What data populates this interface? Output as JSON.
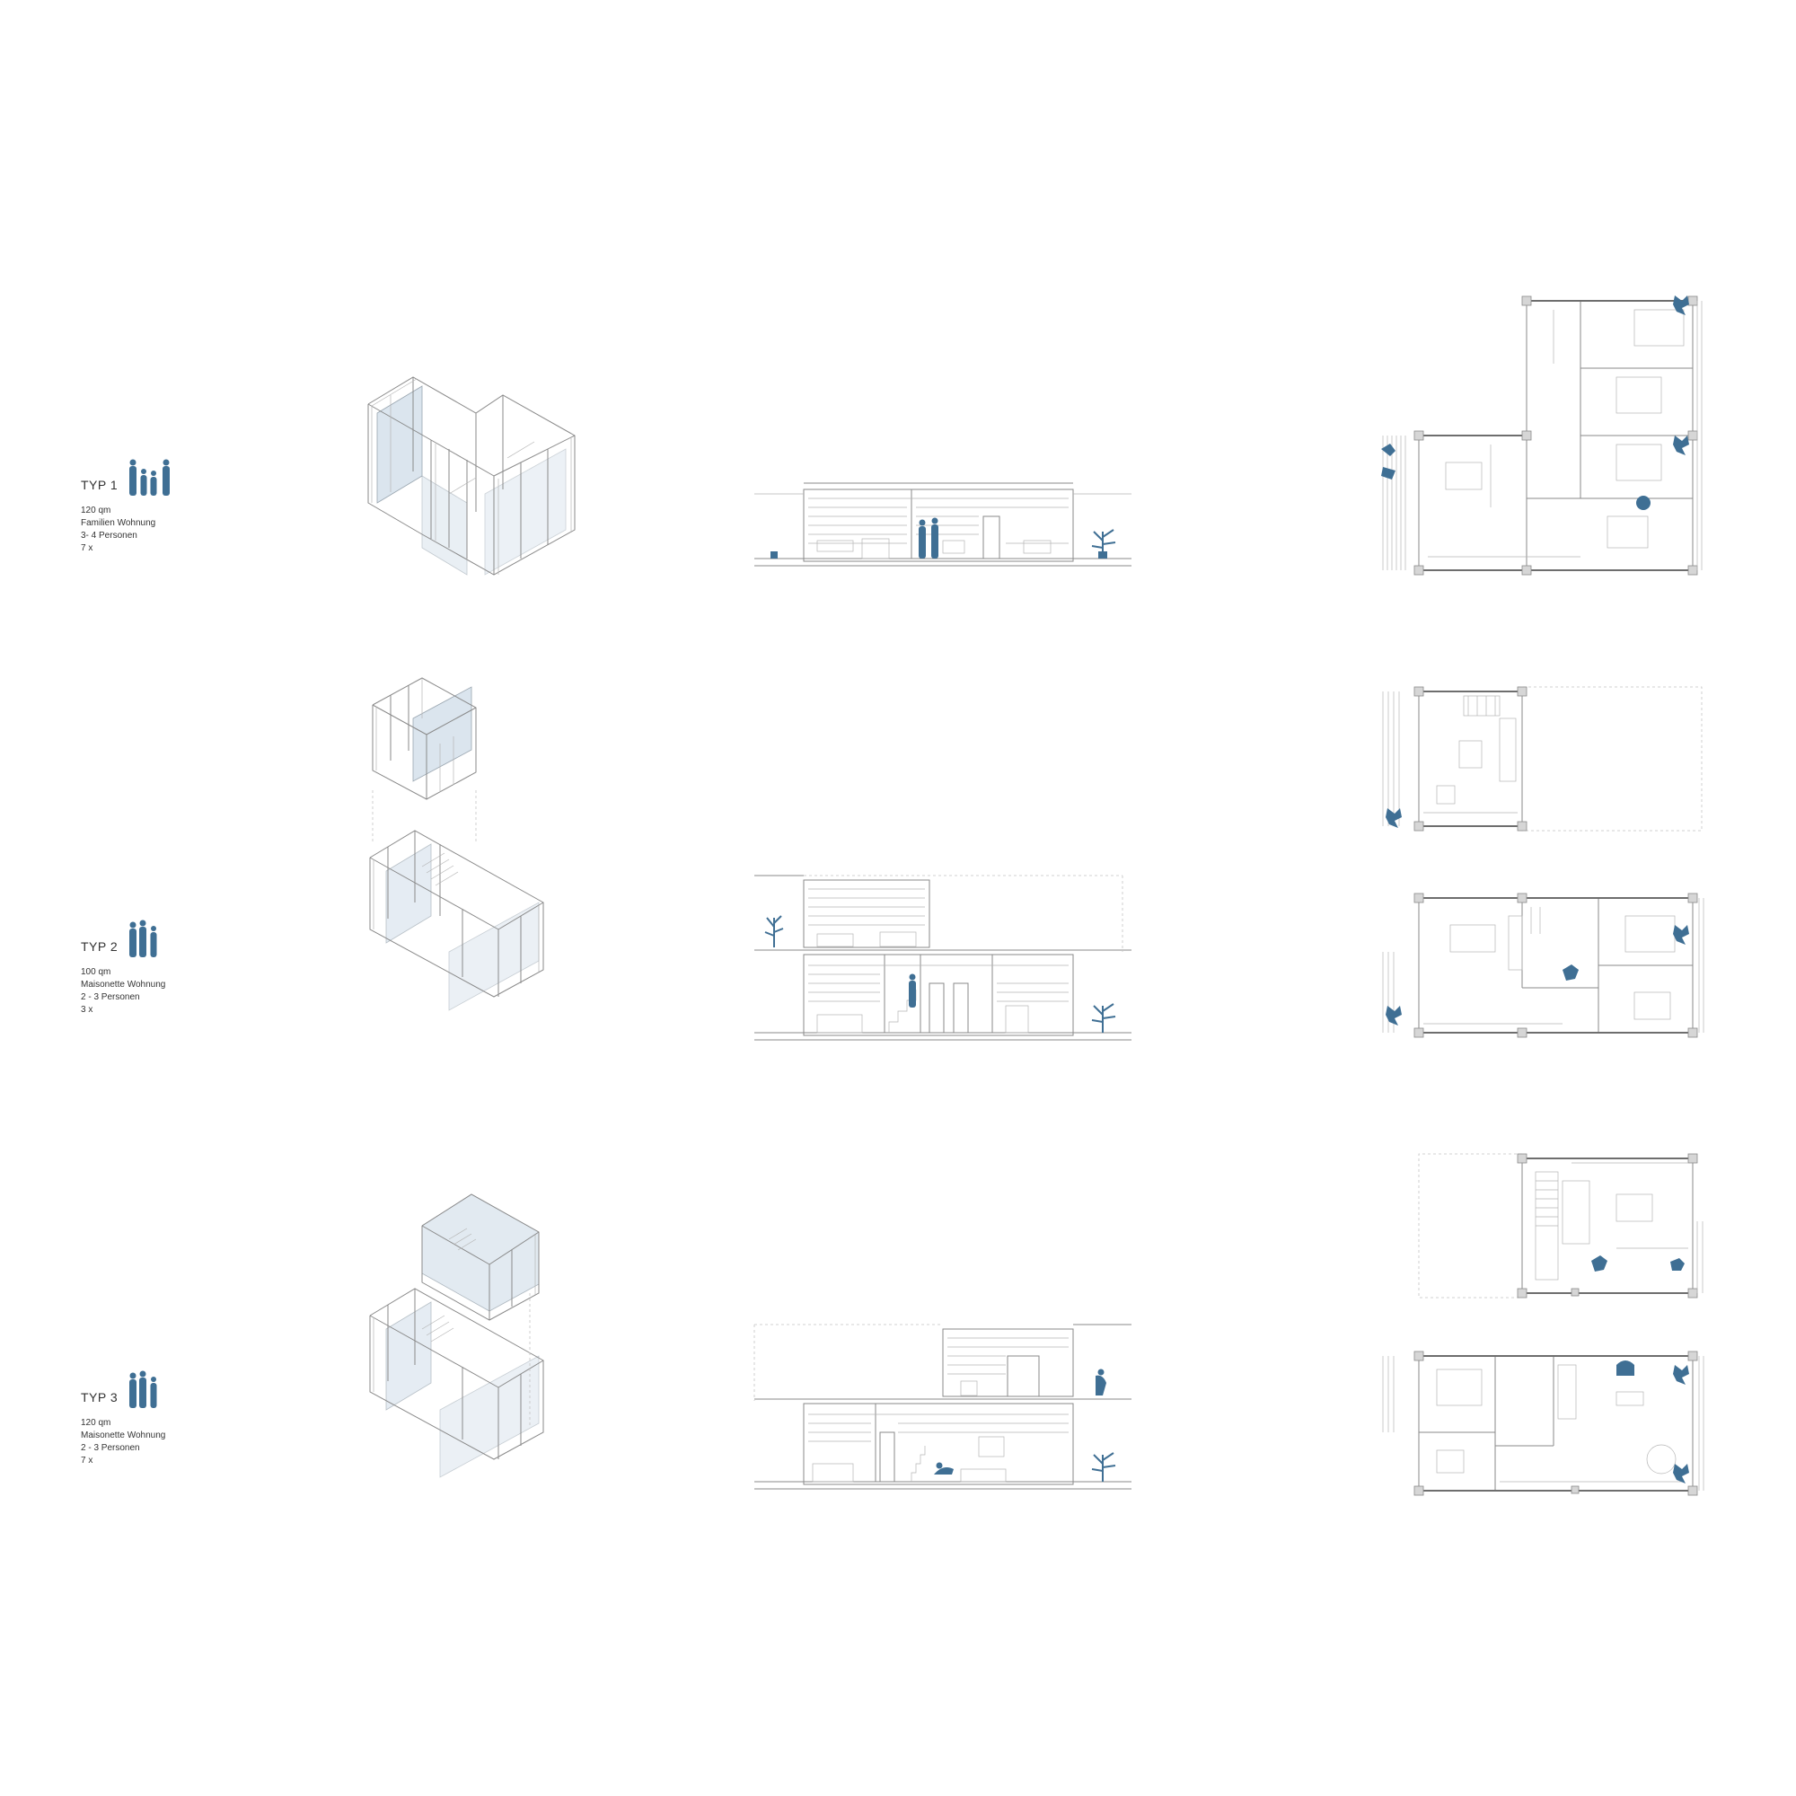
{
  "colors": {
    "accent": "#3f6f94",
    "line": "#8a8a8a",
    "glass": "#dbe5ee"
  },
  "types": [
    {
      "title": "TYP 1",
      "area": "120 qm",
      "kind": "Familien Wohnung",
      "persons": "3- 4 Personen",
      "count": "7 x",
      "people_icons": 4
    },
    {
      "title": "TYP 2",
      "area": "100 qm",
      "kind": "Maisonette Wohnung",
      "persons": "2 - 3 Personen",
      "count": "3 x",
      "people_icons": 3
    },
    {
      "title": "TYP 3",
      "area": "120 qm",
      "kind": "Maisonette Wohnung",
      "persons": "2 - 3 Personen",
      "count": "7 x",
      "people_icons": 3
    }
  ],
  "icons": [
    "person-silhouette-icon",
    "plant-icon",
    "column-icon",
    "door-swing-icon"
  ]
}
